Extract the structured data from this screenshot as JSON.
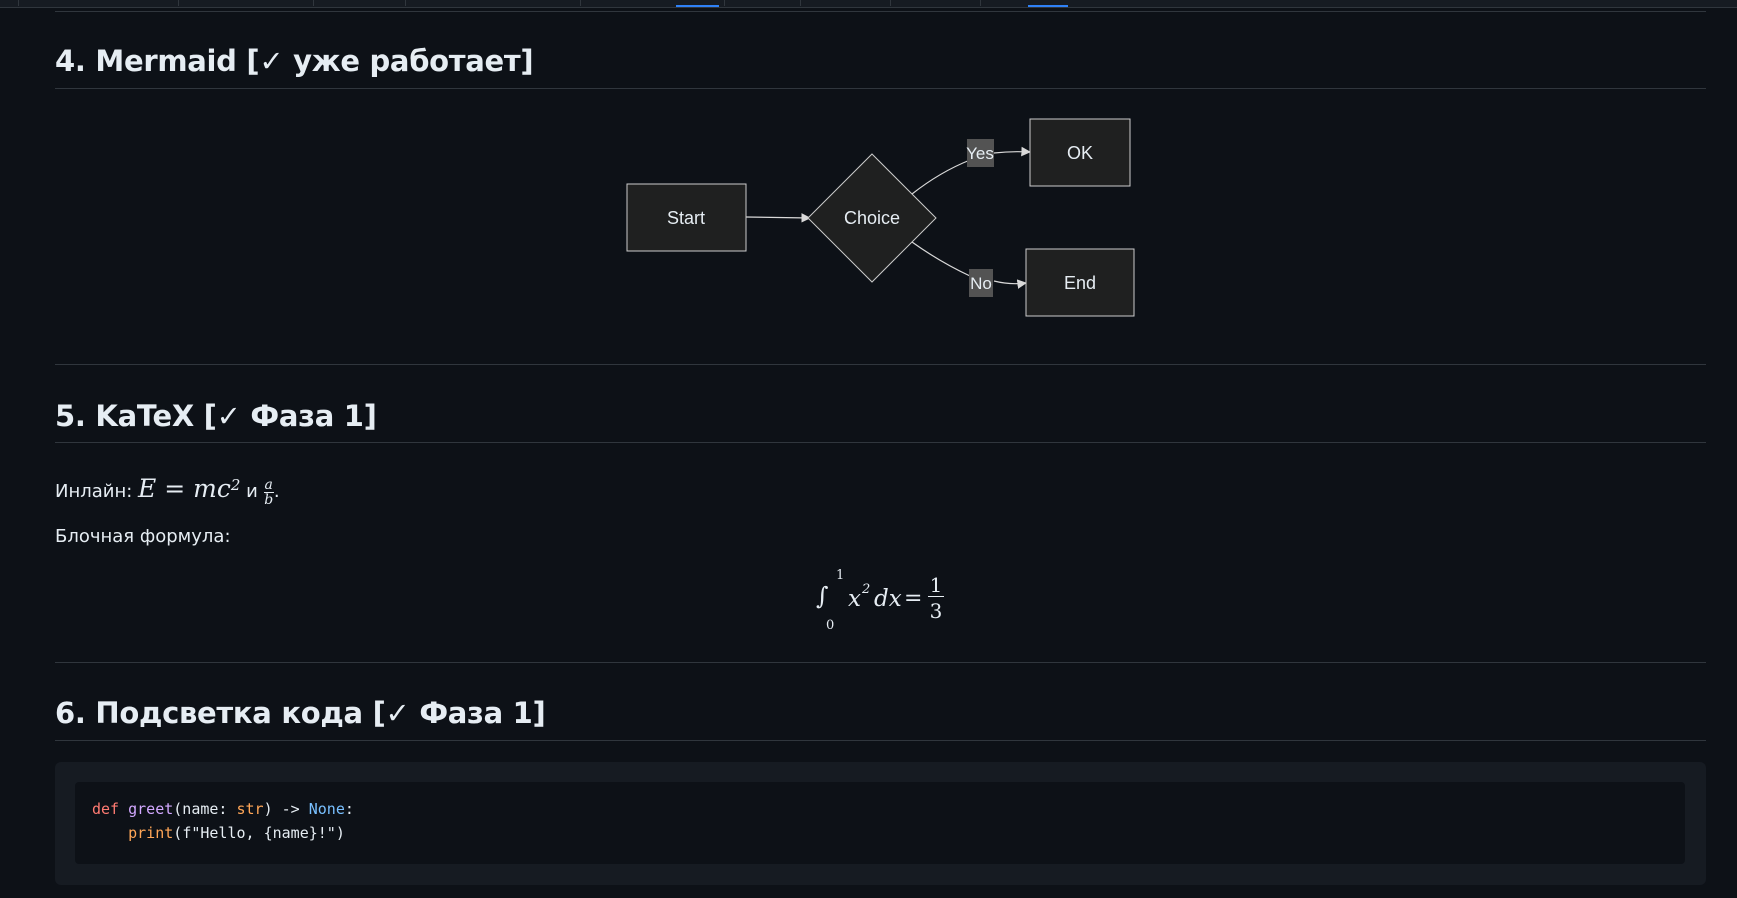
{
  "sections": {
    "mermaid": {
      "heading": "4. Mermaid [✓ уже работает]",
      "diagram": {
        "nodes": {
          "start": "Start",
          "choice": "Choice",
          "ok": "OK",
          "end": "End"
        },
        "edge_labels": {
          "yes": "Yes",
          "no": "No"
        }
      }
    },
    "katex": {
      "heading": "5. KaTeX [✓ Фаза 1]",
      "inline": {
        "prefix": "Инлайн: ",
        "formula": "E = mc",
        "power": "2",
        "conj": " и ",
        "frac_num": "a",
        "frac_den": "b",
        "suffix": "."
      },
      "block_label": "Блочная формула:",
      "block": {
        "integral": "∫",
        "upper": "1",
        "lower": "0",
        "integrand": "x",
        "power": "2",
        "dx": "dx",
        "equals": "=",
        "frac_num": "1",
        "frac_den": "3"
      }
    },
    "code": {
      "heading": "6. Подсветка кода [✓ Фаза 1]",
      "line1": {
        "def": "def",
        "name": "greet",
        "open": "(name: ",
        "type": "str",
        "arrow": ") -> ",
        "ret": "None",
        "colon": ":"
      },
      "line2": {
        "indent": "    ",
        "fn": "print",
        "open": "(",
        "str": "f\"Hello, {name}!\"",
        "close": ")"
      }
    }
  },
  "colors": {
    "background": "#0d1117",
    "text": "#e6edf3",
    "border": "#30363d",
    "node_fill": "#1f2020",
    "node_stroke": "#cccccc",
    "edge_label_bg": "#535353",
    "keyword": "#ff7b72",
    "function": "#d2a8ff",
    "builtin": "#ffa657",
    "constant": "#79c0ff",
    "string": "#a5d6ff"
  }
}
